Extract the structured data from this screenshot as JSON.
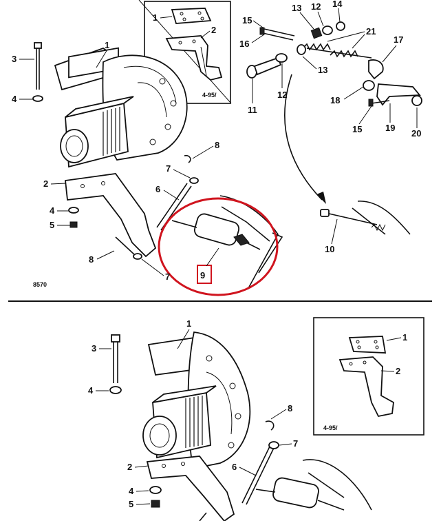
{
  "top_diagram": {
    "callouts": {
      "c1": "1",
      "c2": "2",
      "c3": "3",
      "c4a": "4",
      "c4b": "4",
      "c5": "5",
      "c6": "6",
      "c7a": "7",
      "c7b": "7",
      "c8a": "8",
      "c8b": "8",
      "c9": "9",
      "c10": "10",
      "c11": "11",
      "c12a": "12",
      "c12b": "12",
      "c13a": "13",
      "c13b": "13",
      "c14": "14",
      "c15a": "15",
      "c15b": "15",
      "c16": "16",
      "c17": "17",
      "c18": "18",
      "c19": "19",
      "c20": "20",
      "c21": "21"
    },
    "inset": {
      "c1": "1",
      "c2": "2",
      "date": "4-95/"
    },
    "figure_id": "8570",
    "highlight_color": "#d0141e"
  },
  "bottom_diagram": {
    "callouts": {
      "c1": "1",
      "c2": "2",
      "c3": "3",
      "c4": "4",
      "c5": "5",
      "c6": "6",
      "c7": "7",
      "c8": "8"
    },
    "inset": {
      "c1": "1",
      "c2": "2",
      "date": "4-95/"
    }
  }
}
